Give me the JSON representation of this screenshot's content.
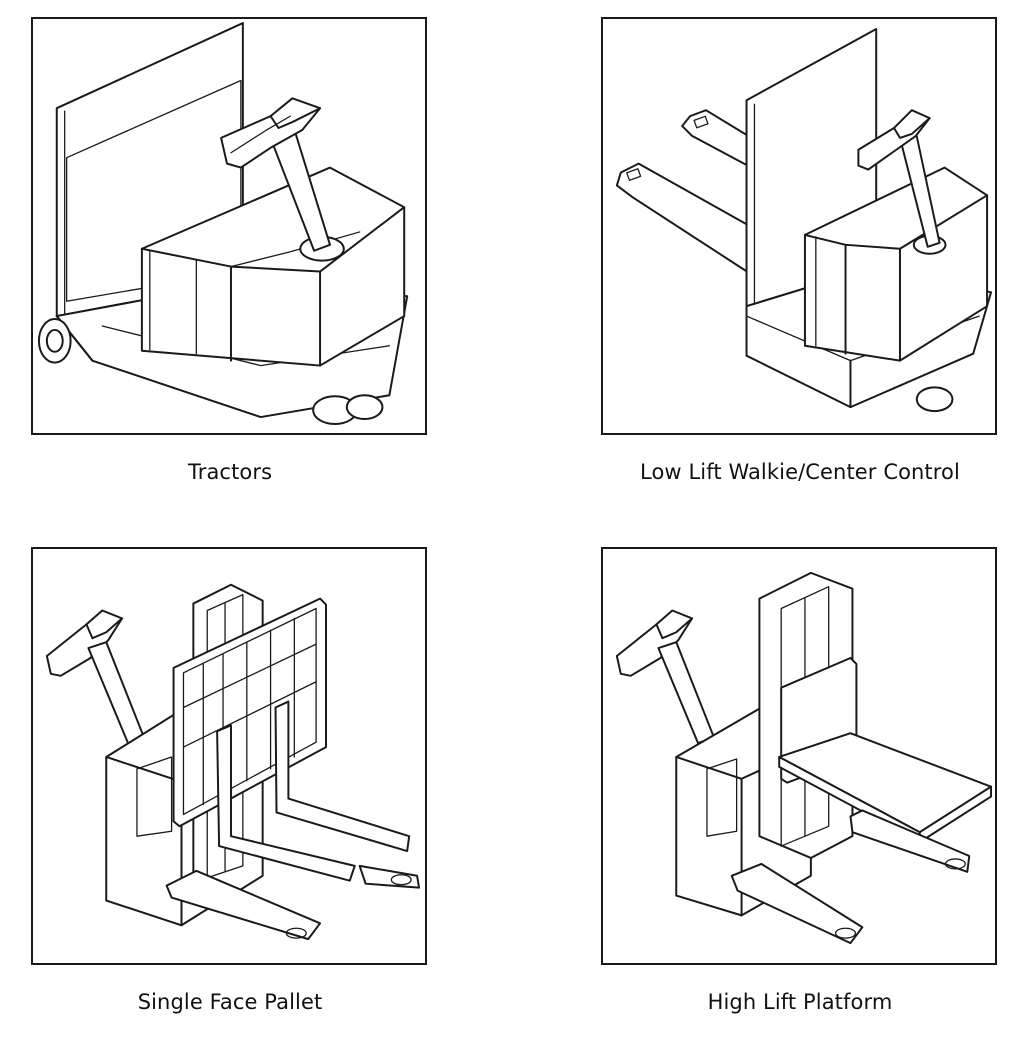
{
  "panels": [
    {
      "caption": "Tractors",
      "icon": "tractor-illustration"
    },
    {
      "caption": "Low Lift Walkie/Center Control",
      "icon": "low-lift-walkie-illustration"
    },
    {
      "caption": "Single Face Pallet",
      "icon": "single-face-pallet-illustration"
    },
    {
      "caption": "High Lift Platform",
      "icon": "high-lift-platform-illustration"
    }
  ]
}
